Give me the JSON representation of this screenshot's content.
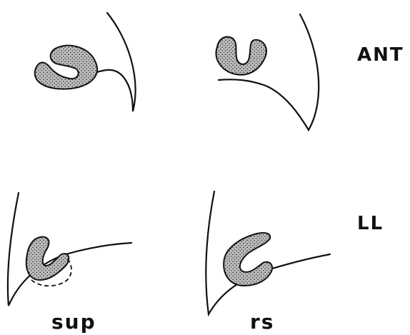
{
  "labels": {
    "row_top": "ANT",
    "row_bottom": "LL",
    "col_left": "sup",
    "col_right": "rs"
  },
  "colors": {
    "ink": "#111111",
    "stipple_fill": "#bdbdbd",
    "background": "#ffffff"
  }
}
